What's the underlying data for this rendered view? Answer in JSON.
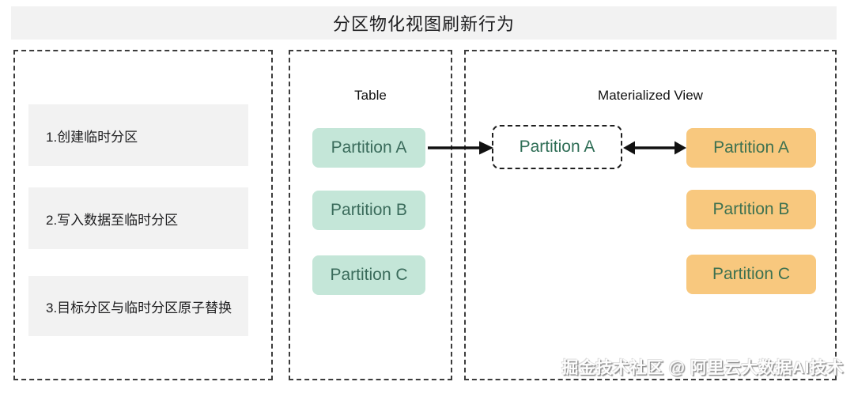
{
  "title": "分区物化视图刷新行为",
  "process_steps": {
    "items": [
      {
        "label": "1.创建临时分区"
      },
      {
        "label": "2.写入数据至临时分区"
      },
      {
        "label": "3.目标分区与临时分区原子替换"
      }
    ]
  },
  "table_panel": {
    "label": "Table",
    "partitions": [
      "Partition A",
      "Partition B",
      "Partition C"
    ]
  },
  "materialized_view_panel": {
    "label": "Materialized View",
    "temp_partition": "Partition A",
    "partitions": [
      "Partition A",
      "Partition B",
      "Partition C"
    ]
  },
  "watermark": "掘金技术社区 @ 阿里云大数据AI技术",
  "colors": {
    "title_bar_bg": "#f2f2f2",
    "step_box_bg": "#f2f2f2",
    "table_partition_bg": "#c4e6d8",
    "table_partition_text": "#3a6b5b",
    "mv_partition_bg": "#f8c87e",
    "mv_partition_text": "#3d7150",
    "temp_partition_text": "#2e6d55",
    "panel_border": "#3c3c3c",
    "arrow": "#111111"
  }
}
